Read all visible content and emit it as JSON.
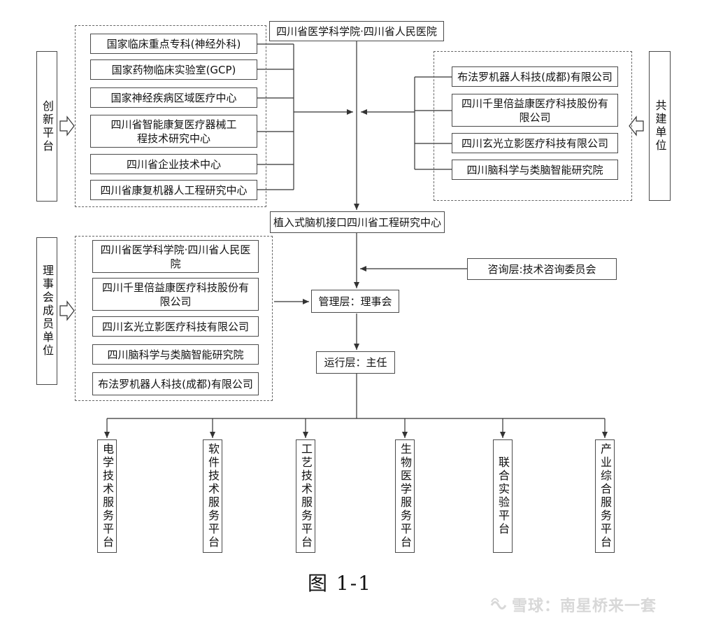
{
  "top_unit": "四川省医学科学院·四川省人民医院",
  "innovation_platform": {
    "label": "创新平台",
    "items": [
      "国家临床重点专科(神经外科)",
      "国家药物临床实验室(GCP)",
      "国家神经疾病区域医疗中心",
      "四川省智能康复医疗器械工程技术研究中心",
      "四川省企业技术中心",
      "四川省康复机器人工程研究中心"
    ]
  },
  "co_builders": {
    "label": "共建单位",
    "items": [
      "布法罗机器人科技(成都)有限公司",
      "四川千里倍益康医疗科技股份有限公司",
      "四川玄光立影医疗科技有限公司",
      "四川脑科学与类脑智能研究院"
    ]
  },
  "center": "植入式脑机接口四川省工程研究中心",
  "council_members": {
    "label": "理事会成员单位",
    "items": [
      "四川省医学科学院·四川省人民医院",
      "四川千里倍益康医疗科技股份有限公司",
      "四川玄光立影医疗科技有限公司",
      "四川脑科学与类脑智能研究院",
      "布法罗机器人科技(成都)有限公司"
    ]
  },
  "advisory": "咨询层:技术咨询委员会",
  "management": "管理层：理事会",
  "operation": "运行层：主任",
  "platforms": [
    "电学技术服务平台",
    "软件技术服务平台",
    "工艺技术服务平台",
    "生物医学服务平台",
    "联合实验平台",
    "产业综合服务平台"
  ],
  "caption": "图 1-1",
  "watermark": "雪球：南星桥来一套"
}
